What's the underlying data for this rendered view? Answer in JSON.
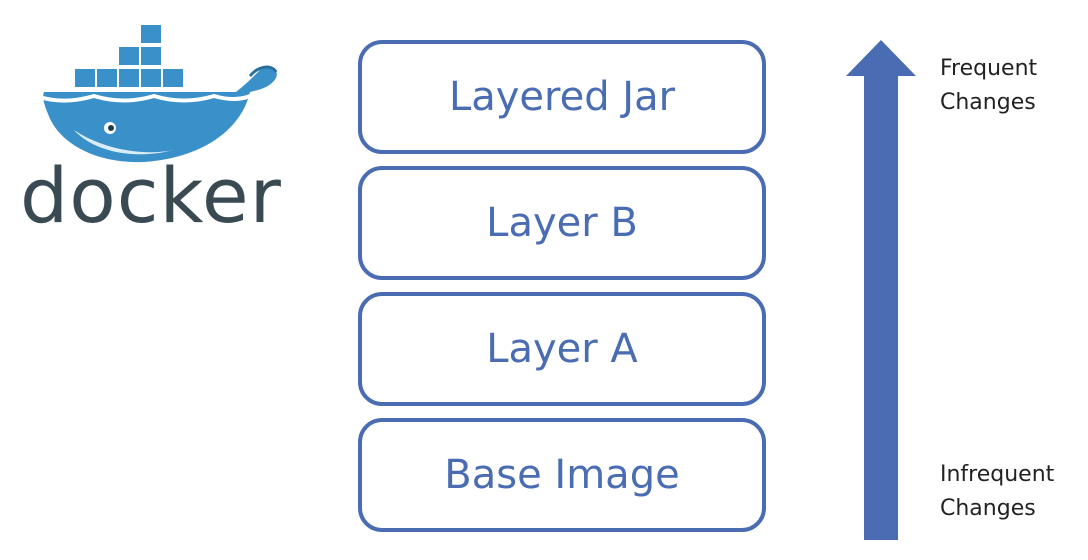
{
  "logo": {
    "name": "docker-logo",
    "text": "docker",
    "whale_color": "#3a90c9",
    "text_color": "#3a4a53"
  },
  "layers": [
    {
      "label": "Layered Jar"
    },
    {
      "label": "Layer B"
    },
    {
      "label": "Layer A"
    },
    {
      "label": "Base Image"
    }
  ],
  "arrow": {
    "direction": "up",
    "color": "#4a6cb3",
    "top_label_line1": "Frequent",
    "top_label_line2": "Changes",
    "bottom_label_line1": "Infrequent",
    "bottom_label_line2": "Changes"
  },
  "colors": {
    "layer_border": "#4a6cb3",
    "layer_text": "#4a6cb3"
  }
}
